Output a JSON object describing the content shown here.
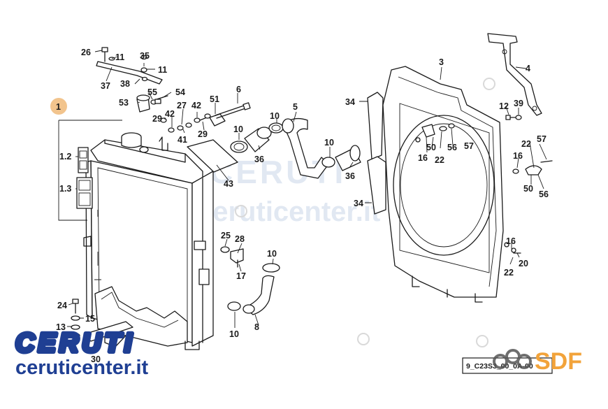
{
  "callouts": {
    "c1": "1",
    "c3": "3",
    "c4": "4",
    "c5": "5",
    "c6": "6",
    "c8": "8",
    "c10a": "10",
    "c10b": "10",
    "c10c": "10",
    "c10d": "10",
    "c10e": "10",
    "c11a": "11",
    "c11b": "11",
    "c12": "12",
    "c13": "13",
    "c15": "15",
    "c16a": "16",
    "c16b": "16",
    "c16c": "16",
    "c17": "17",
    "c20": "20",
    "c22a": "22",
    "c22b": "22",
    "c22c": "22",
    "c24": "24",
    "c25": "25",
    "c26": "26",
    "c27": "27",
    "c28": "28",
    "c29a": "29",
    "c29b": "29",
    "c30": "30",
    "c34a": "34",
    "c34b": "34",
    "c35": "35",
    "c36a": "36",
    "c36b": "36",
    "c37": "37",
    "c38": "38",
    "c39": "39",
    "c41": "41",
    "c42a": "42",
    "c42b": "42",
    "c43": "43",
    "c50a": "50",
    "c50b": "50",
    "c51": "51",
    "c53": "53",
    "c54": "54",
    "c55": "55",
    "c56a": "56",
    "c56b": "56",
    "c57a": "57",
    "c57b": "57",
    "c1_2": "1.2",
    "c1_3": "1.3"
  },
  "watermark": {
    "brand": "CERUTI",
    "site": "ceruticenter.it",
    "maker": "SDF"
  },
  "diagram_code": "9_C23S3_00_0A-00",
  "colors": {
    "callout_circle": "#f2c48d",
    "ceruti_blue": "#1f3f93",
    "sdf_orange": "#f2a33a",
    "line": "#1a1a1a"
  }
}
